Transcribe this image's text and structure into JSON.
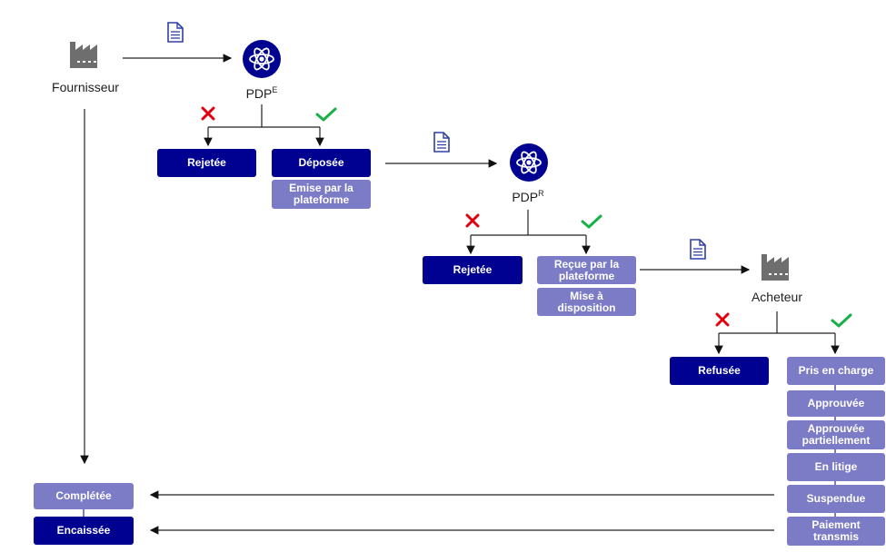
{
  "colors": {
    "dark": "#000091",
    "light": "#7b7bc6",
    "reject": "#e1000f",
    "accept": "#18b048",
    "doc": "#2e3fa8",
    "factory": "#6e6e6e"
  },
  "actors": {
    "supplier": "Fournisseur",
    "pdp_e": {
      "base": "PDP",
      "sup": "E"
    },
    "pdp_r": {
      "base": "PDP",
      "sup": "R"
    },
    "buyer": "Acheteur"
  },
  "statuses": {
    "rejected_1": "Rejetée",
    "deposited": "Déposée",
    "issued": "Emise par la plateforme",
    "rejected_2": "Rejetée",
    "received": "Reçue par la plateforme",
    "made_available": "Mise à disposition",
    "refused": "Refusée",
    "taken_over": "Pris en charge",
    "approved": "Approuvée",
    "partially_approved": "Approuvée partiellement",
    "disputed": "En litige",
    "suspended": "Suspendue",
    "payment_sent": "Paiement transmis",
    "completed": "Complétée",
    "collected": "Encaissée"
  },
  "icons": [
    "factory-icon",
    "document-icon",
    "platform-icon",
    "reject-cross-icon",
    "accept-check-icon"
  ]
}
